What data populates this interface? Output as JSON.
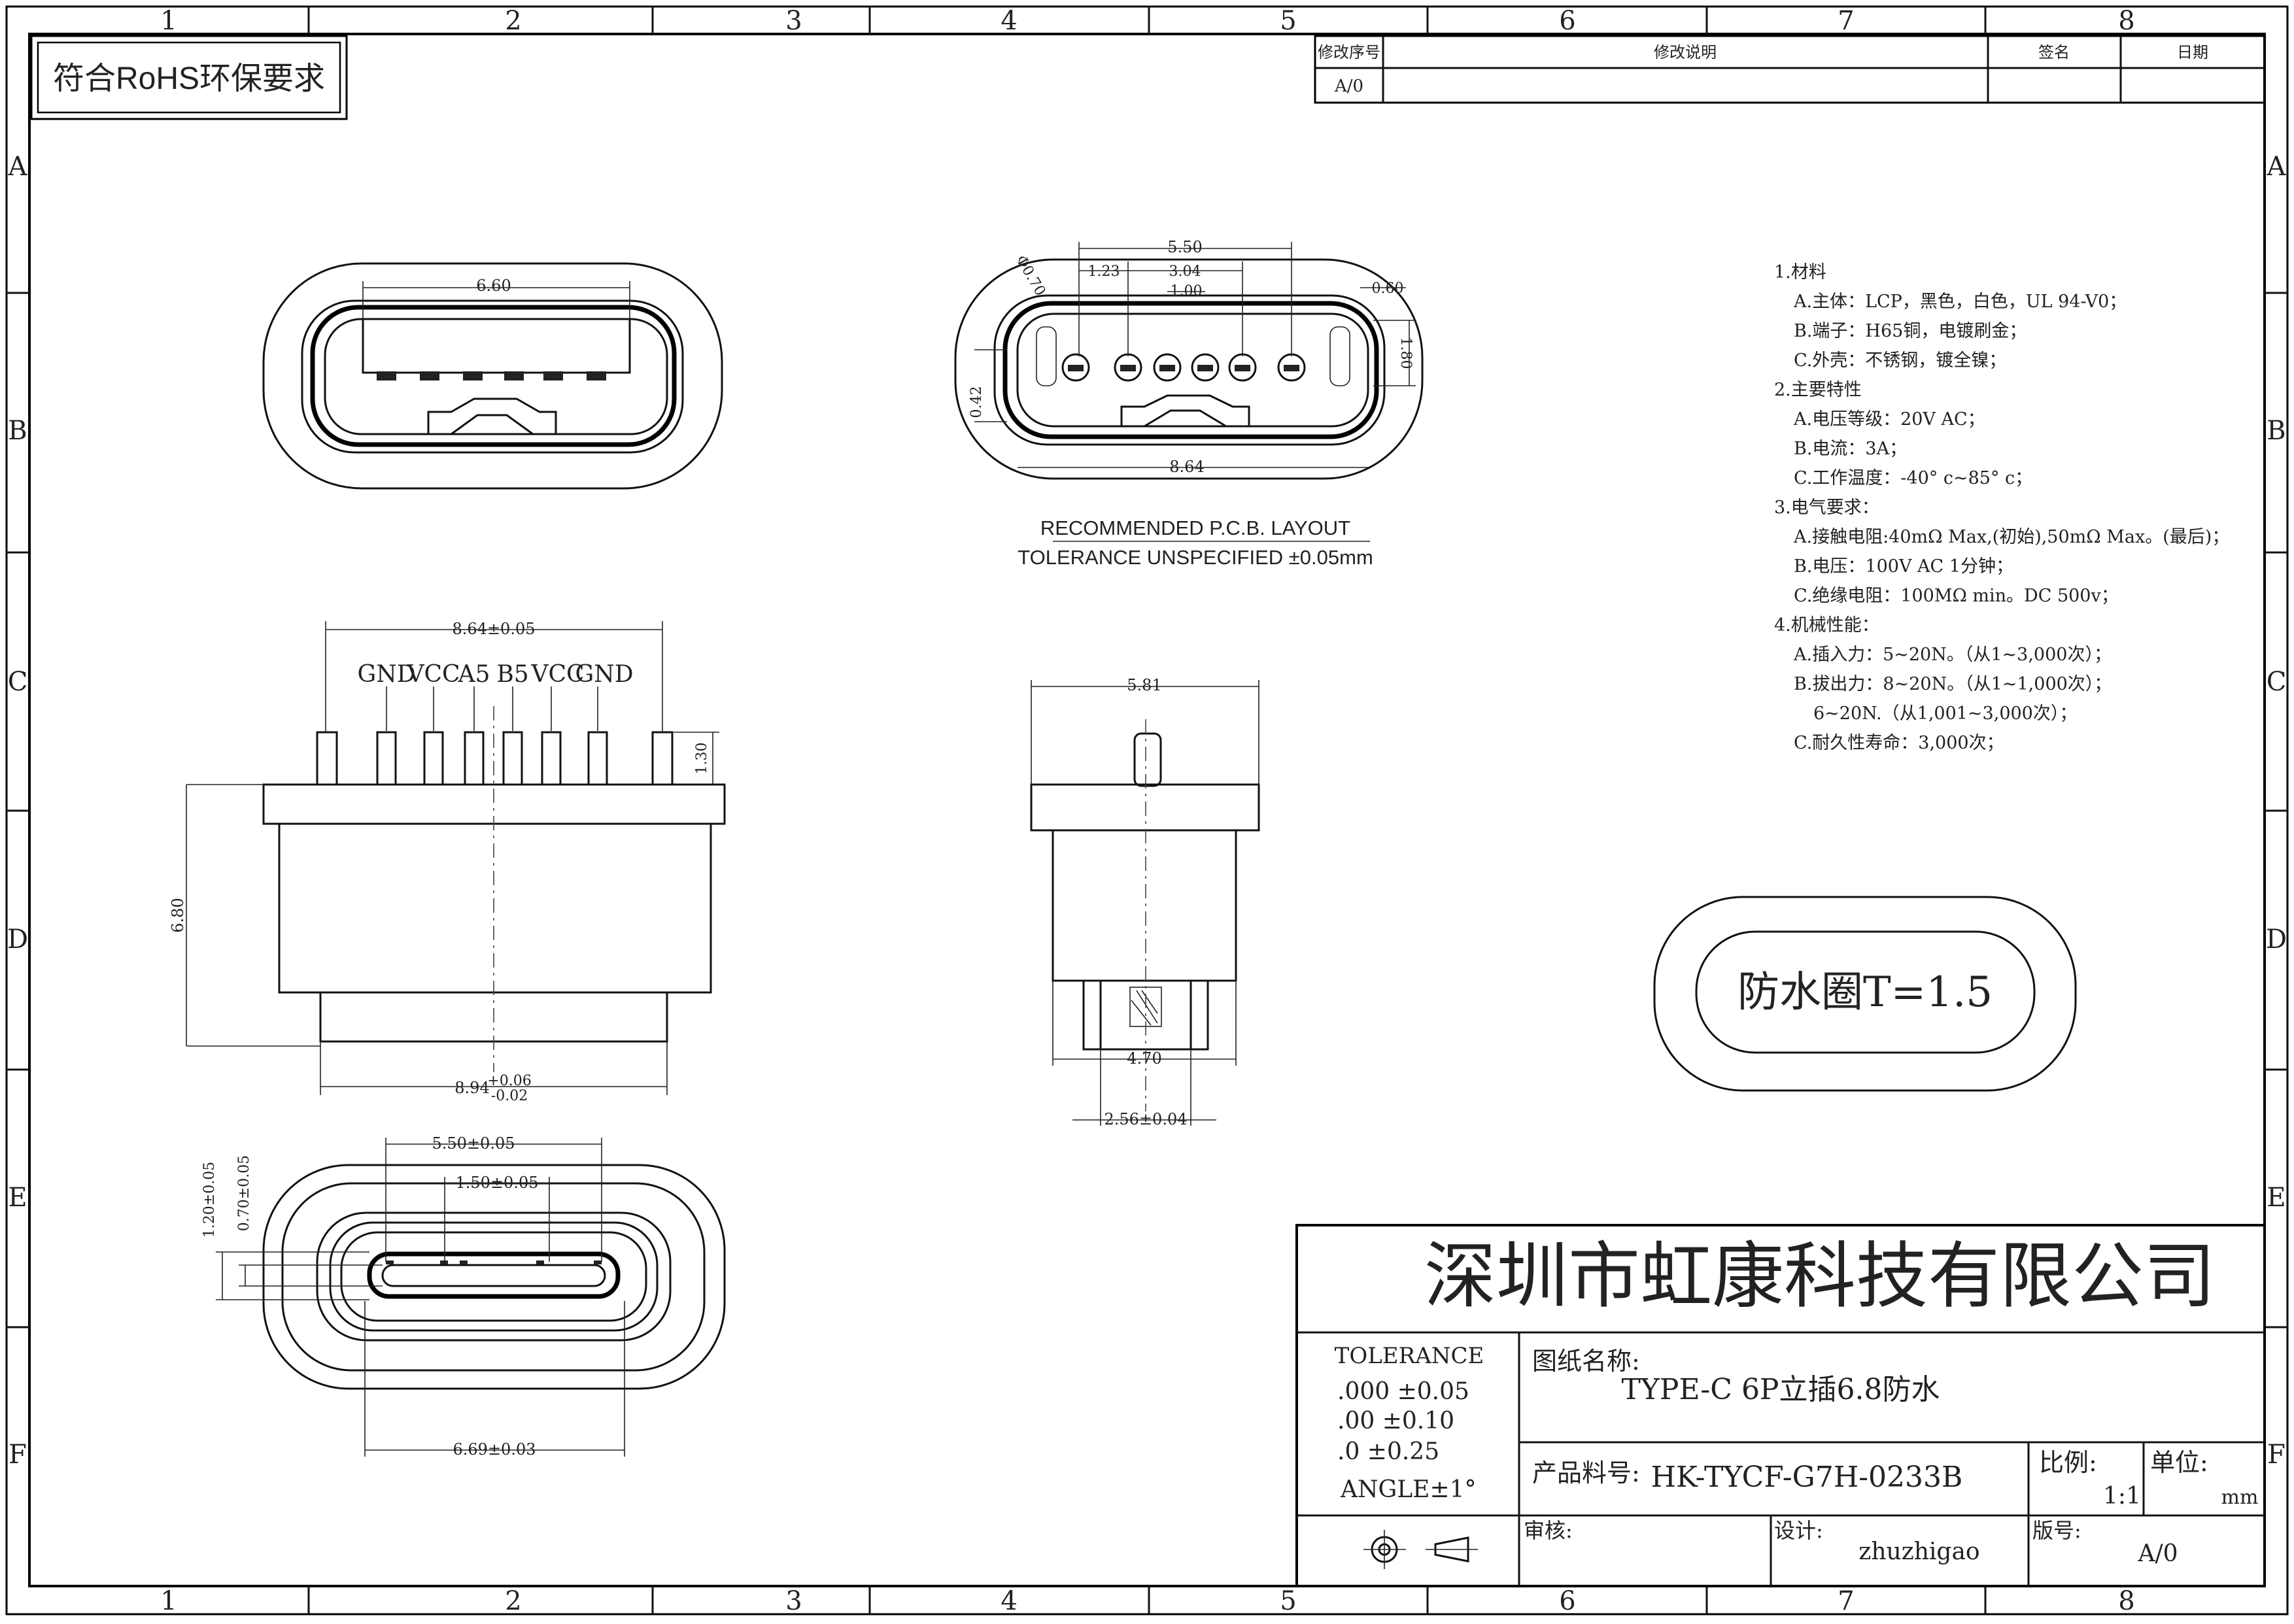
{
  "grid": {
    "columns": [
      "1",
      "2",
      "3",
      "4",
      "5",
      "6",
      "7",
      "8"
    ],
    "rows": [
      "A",
      "B",
      "C",
      "D",
      "E",
      "F"
    ]
  },
  "rohs_badge": "符合RoHS环保要求",
  "revision_table": {
    "headers": [
      "修改序号",
      "修改说明",
      "签名",
      "日期"
    ],
    "row": {
      "rev": "A/0",
      "desc": "",
      "sign": "",
      "date": ""
    }
  },
  "front_view": {
    "width_dim": "6.60"
  },
  "pcb_layout": {
    "dims": {
      "overall": "5.50",
      "left_offset": "1.23",
      "pitch_span": "3.04",
      "pitch": "1.00",
      "right_offset": "0.60",
      "height": "1.80",
      "hole_dia": "Φ0.70",
      "left_gap": "0.42",
      "bottom": "8.64"
    },
    "caption_line1": "RECOMMENDED  P.C.B. LAYOUT",
    "caption_line2": "TOLERANCE UNSPECIFIED ±0.05mm"
  },
  "side_view": {
    "width_dim": "8.64±0.05",
    "pin_labels": [
      "GND",
      "VCC",
      "A5",
      "B5",
      "VCC",
      "GND"
    ],
    "pin_length": "1.30",
    "height_dim": "6.80",
    "bottom_dim": "8.94",
    "bottom_tol_plus": "+0.06",
    "bottom_tol_minus": "-0.02"
  },
  "end_view": {
    "width_dim": "5.81",
    "base_dim": "4.70",
    "pin_dim": "2.56±0.04"
  },
  "bottom_view": {
    "outer_dim": "5.50±0.05",
    "inner_dim": "1.50±0.05",
    "height1": "1.20±0.05",
    "height2": "0.70±0.05",
    "bottom_dim": "6.69±0.03"
  },
  "gasket_label": "防水圈T=1.5",
  "notes": [
    "1.材料",
    "A.主体：LCP，黑色，白色，UL 94-V0；",
    "B.端子：H65铜，电镀刷金；",
    "C.外壳：不锈钢，镀全镍；",
    "2.主要特性",
    "A.电压等级：20V AC；",
    "B.电流：3A；",
    "C.工作温度：-40° c~85° c；",
    "3.电气要求：",
    "A.接触电阻:40mΩ Max,(初始),50mΩ Max。(最后)；",
    "B.电压：100V AC 1分钟；",
    "C.绝缘电阻：100MΩ min。DC 500v；",
    "4.机械性能：",
    "A.插入力：5~20N。（从1~3,000次）；",
    "B.拔出力：8~20N。（从1~1,000次）；",
    "6~20N.（从1,001~3,000次）；",
    "C.耐久性寿命：3,000次；"
  ],
  "title_block": {
    "company": "深圳市虹康科技有限公司",
    "tolerance_title": "TOLERANCE",
    "tolerances": [
      ".000 ±0.05",
      ".00  ±0.10",
      ".0   ±0.25",
      "ANGLE±1°"
    ],
    "drawing_name_label": "图纸名称:",
    "drawing_name": "TYPE-C 6P立插6.8防水",
    "part_no_label": "产品料号:",
    "part_no": "HK-TYCF-G7H-0233B",
    "scale_label": "比例:",
    "scale": "1:1",
    "unit_label": "单位:",
    "unit": "mm",
    "review_label": "审核:",
    "review": "",
    "design_label": "设计:",
    "designer": "zhuzhigao",
    "version_label": "版号:",
    "version": "A/0"
  }
}
